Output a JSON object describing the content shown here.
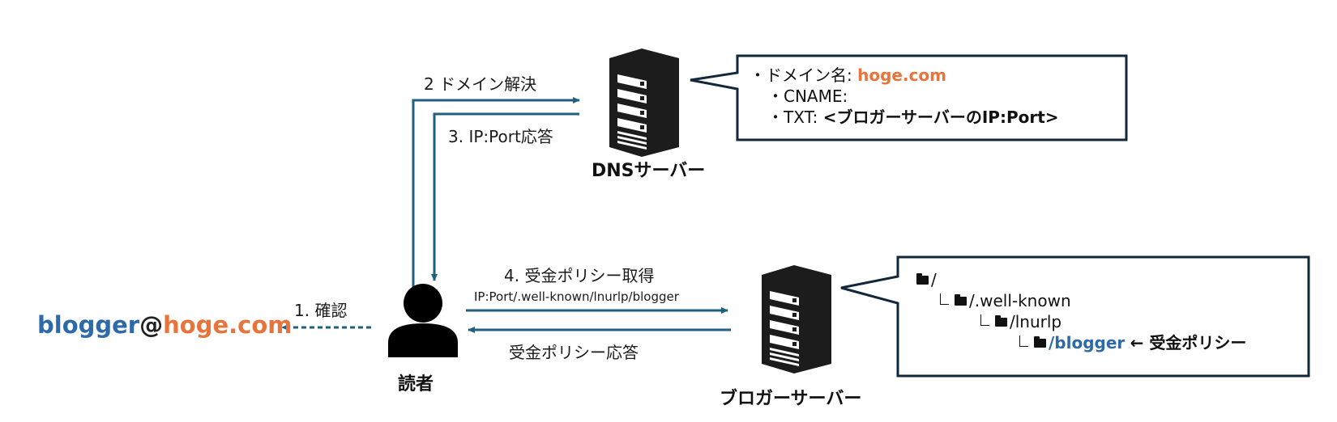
{
  "colors": {
    "arrow": "#1f5f80",
    "callout_border": "#12283a",
    "accent_orange": "#e8743b",
    "accent_blue": "#2e69a8",
    "icon": "#1c1c1c"
  },
  "email": {
    "user": "blogger",
    "at": "@",
    "domain": "hoge.com"
  },
  "nodes": {
    "reader": {
      "label": "読者",
      "icon": "person-icon"
    },
    "dns_server": {
      "label": "DNSサーバー",
      "icon": "server-icon"
    },
    "blogger_server": {
      "label": "ブロガーサーバー",
      "icon": "server-icon"
    }
  },
  "steps": {
    "step1": "1. 確認",
    "step2": "2 ドメイン解決",
    "step3": "3. IP:Port応答",
    "step4": "4. 受金ポリシー取得",
    "step4_url": "IP:Port/.well-known/lnurlp/blogger",
    "step5": "受金ポリシー応答"
  },
  "dns_callout": {
    "domain_label": "・ドメイン名: ",
    "domain_value": "hoge.com",
    "cname": "・CNAME:",
    "txt_label": "・TXT: ",
    "txt_value": "<ブロガーサーバーのIP:Port>"
  },
  "tree_callout": {
    "root": "/",
    "level1": "/.well-known",
    "level2": "/lnurlp",
    "level3": "/blogger",
    "annotation": "← 受金ポリシー"
  }
}
